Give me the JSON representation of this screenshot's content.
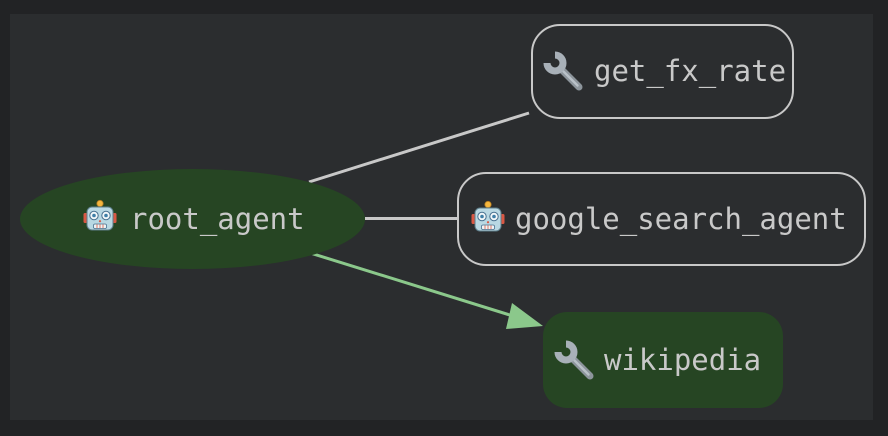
{
  "graph": {
    "nodes": [
      {
        "id": "root_agent",
        "label": "root_agent",
        "icon": "robot-icon",
        "shape": "ellipse",
        "filled": true
      },
      {
        "id": "get_fx_rate",
        "label": "get_fx_rate",
        "icon": "wrench-icon",
        "shape": "rounded-rect",
        "filled": false
      },
      {
        "id": "google_search_agent",
        "label": "google_search_agent",
        "icon": "robot-icon",
        "shape": "rounded-rect",
        "filled": false
      },
      {
        "id": "wikipedia",
        "label": "wikipedia",
        "icon": "wrench-icon",
        "shape": "rounded-rect",
        "filled": true
      }
    ],
    "edges": [
      {
        "from": "root_agent",
        "to": "get_fx_rate",
        "style": "plain",
        "arrow": false
      },
      {
        "from": "root_agent",
        "to": "google_search_agent",
        "style": "plain",
        "arrow": false
      },
      {
        "from": "root_agent",
        "to": "wikipedia",
        "style": "highlight",
        "arrow": true
      }
    ],
    "colors": {
      "outer_background": "#222325",
      "panel_background": "#2b2d2f",
      "node_fill_green": "#264523",
      "node_border": "#c8c8c8",
      "edge": "#c8c8c8",
      "edge_highlight": "#8bc88b",
      "label_text": "#c9c9c9"
    }
  }
}
